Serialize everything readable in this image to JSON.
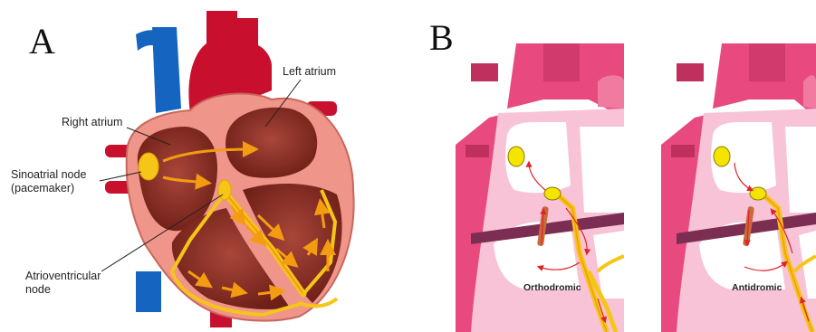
{
  "panels": {
    "a": {
      "letter": "A",
      "labels": {
        "left_atrium": "Left atrium",
        "right_atrium": "Right atrium",
        "sinoatrial_line1": "Sinoatrial node",
        "sinoatrial_line2": "(pacemaker)",
        "atrioventricular_line1": "Atrioventricular",
        "atrioventricular_line2": "node"
      }
    },
    "b": {
      "letter": "B",
      "captions": {
        "left": "Orthodromic",
        "right": "Antidromic"
      }
    }
  },
  "colors": {
    "aorta_red": "#c8102e",
    "vena_cava_blue": "#1565c0",
    "heart_outer": "#f0958a",
    "chamber_brown": "#8b2a1f",
    "conduction_yellow": "#f5c518",
    "conduction_orange": "#f39c12",
    "schematic_pink": "#e84a7f",
    "schematic_light": "#f8c3d6",
    "septum_purple": "#7b2e52"
  }
}
